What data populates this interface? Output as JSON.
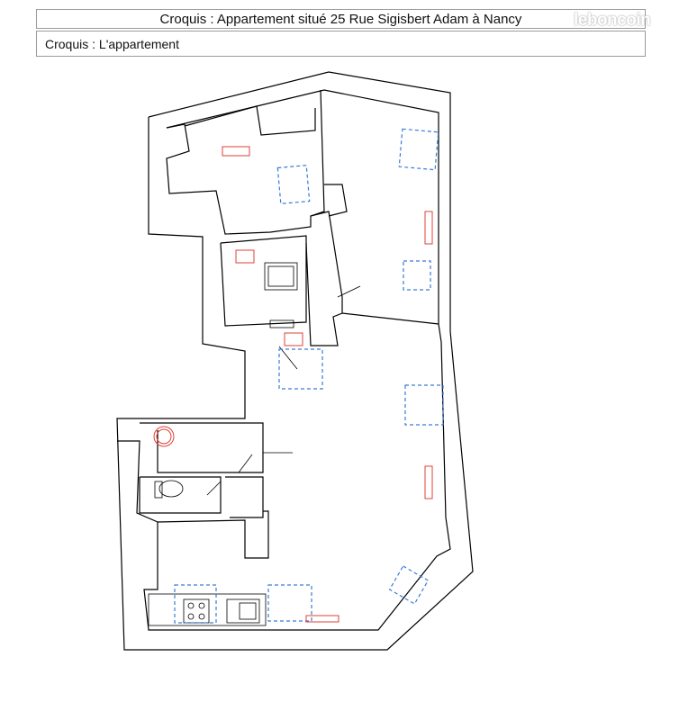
{
  "header": {
    "title": "Croquis : Appartement situé 25 Rue Sigisbert Adam à Nancy",
    "subtitle": "Croquis : L'appartement"
  },
  "watermark": {
    "text": "leboncoin"
  },
  "colors": {
    "wall": "#000000",
    "radiator": "#e0403a",
    "ceiling_light": "#3a7bd5"
  }
}
